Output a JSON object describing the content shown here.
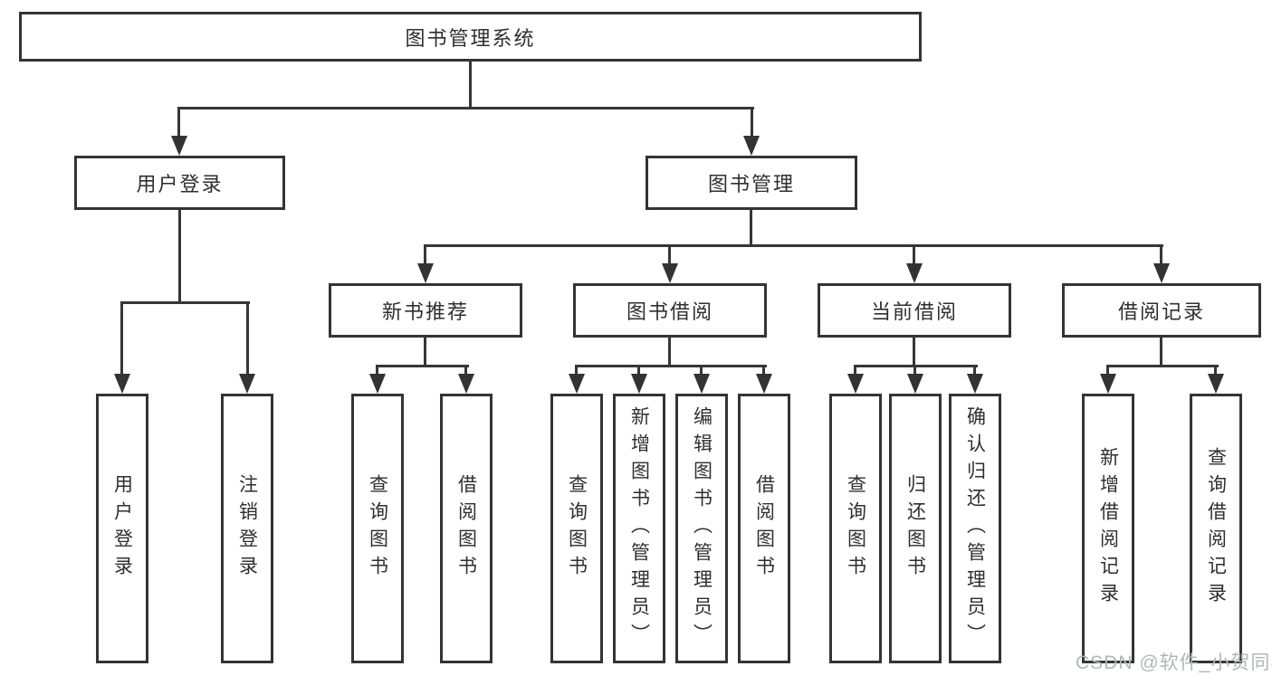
{
  "page": {
    "watermark": "CSDN @软件_小贺同学"
  },
  "tree": {
    "label": "图书管理系统",
    "children": [
      {
        "label": "用户登录",
        "children": [
          {
            "label": "用户登录"
          },
          {
            "label": "注销登录"
          }
        ]
      },
      {
        "label": "图书管理",
        "children": [
          {
            "label": "新书推荐",
            "children": [
              {
                "label": "查询图书"
              },
              {
                "label": "借阅图书"
              }
            ]
          },
          {
            "label": "图书借阅",
            "children": [
              {
                "label": "查询图书"
              },
              {
                "label": "新增图书（管理员）"
              },
              {
                "label": "编辑图书（管理员）"
              },
              {
                "label": "借阅图书"
              }
            ]
          },
          {
            "label": "当前借阅",
            "children": [
              {
                "label": "查询图书"
              },
              {
                "label": "归还图书"
              },
              {
                "label": "确认归还（管理员）"
              }
            ]
          },
          {
            "label": "借阅记录",
            "children": [
              {
                "label": "新增借阅记录"
              },
              {
                "label": "查询借阅记录"
              }
            ]
          }
        ]
      }
    ]
  }
}
